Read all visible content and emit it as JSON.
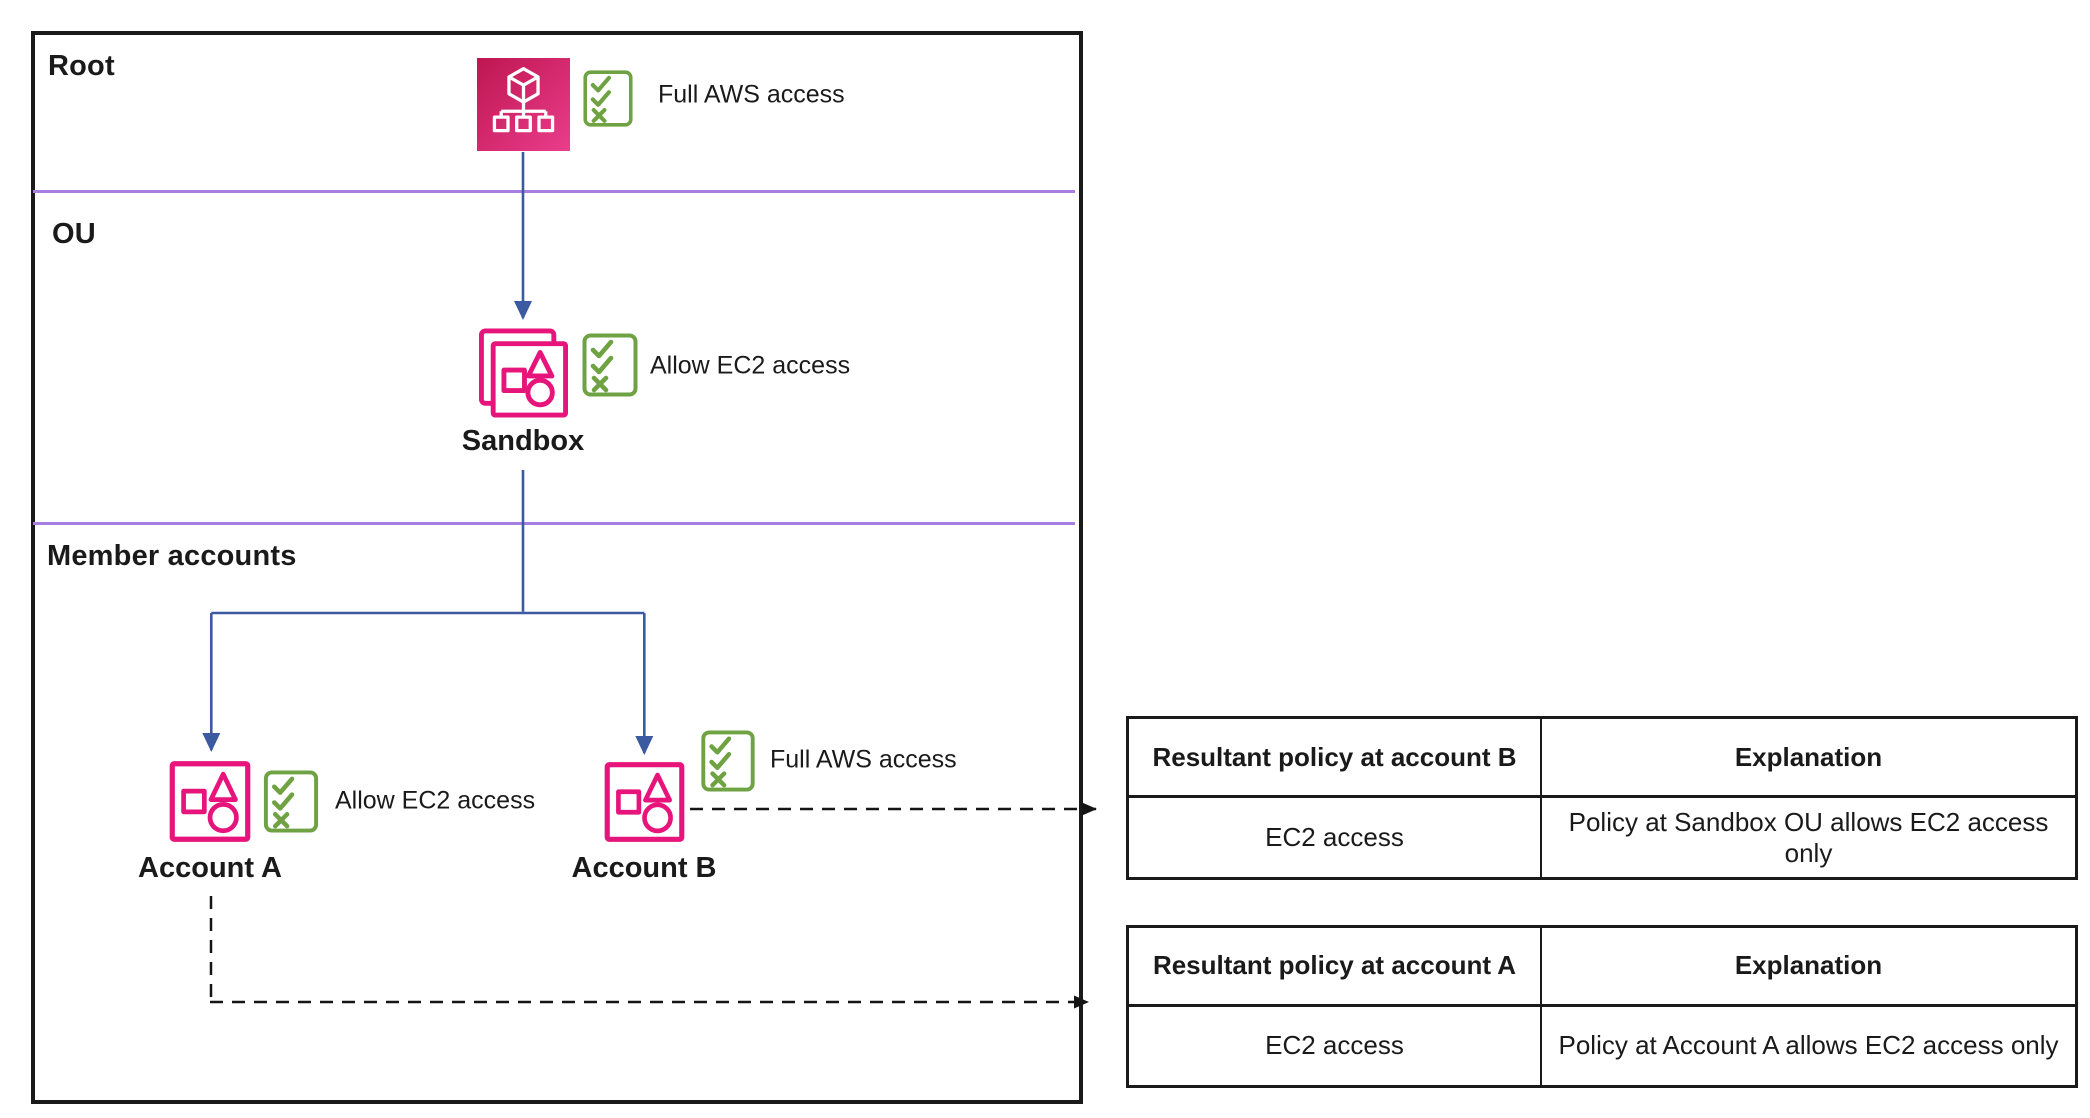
{
  "diagram": {
    "sections": [
      {
        "label": "Root"
      },
      {
        "label": "OU"
      },
      {
        "label": "Member accounts"
      }
    ],
    "root": {
      "policy": "Full AWS access"
    },
    "ou": {
      "name": "Sandbox",
      "policy": "Allow EC2 access"
    },
    "account_a": {
      "name": "Account A",
      "policy": "Allow EC2 access"
    },
    "account_b": {
      "name": "Account B",
      "policy": "Full AWS access"
    }
  },
  "tables": {
    "account_b": {
      "headers": [
        "Resultant policy at account B",
        "Explanation"
      ],
      "row": [
        "EC2 access",
        "Policy at Sandbox OU allows EC2 access only"
      ]
    },
    "account_a": {
      "headers": [
        "Resultant policy at account A",
        "Explanation"
      ],
      "row": [
        "EC2 access",
        "Policy at Account A allows EC2 access only"
      ]
    }
  },
  "colors": {
    "pink": "#E7157B",
    "pink_gradient_start": "#BE1650",
    "pink_gradient_end": "#EA3D8C",
    "green": "#6FA243",
    "blue": "#3B5AA0",
    "purple": "#A87FE0",
    "ink": "#1A1A1A"
  }
}
